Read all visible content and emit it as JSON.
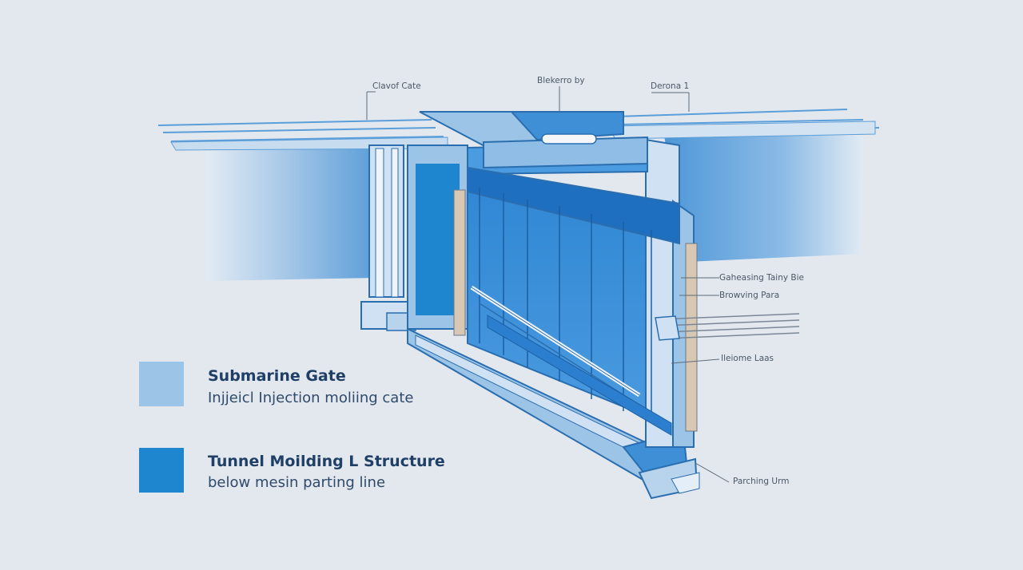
{
  "callouts": {
    "top_left": "Clavof Cate",
    "top_center": "Blekerro by",
    "top_right": "Derona 1",
    "right_1": "Gaheasing Tainy Bie",
    "right_2": "Browving Para",
    "right_3": "Ileiome Laas",
    "bottom_right": "Parching Urm"
  },
  "legend": [
    {
      "title": "Submarine Gate",
      "subtitle": "Injjeicl Injection moliing cate",
      "color": "#9cc4e6"
    },
    {
      "title": "Tunnel Moilding L Structure",
      "subtitle": "below mesin parting line",
      "color": "#1e86cf"
    }
  ],
  "colors": {
    "background": "#e3e8ee",
    "light_blue": "#9cc4e6",
    "mid_blue": "#3f8fd6",
    "dark_blue": "#1e86cf",
    "outline": "#2a6eb0"
  }
}
